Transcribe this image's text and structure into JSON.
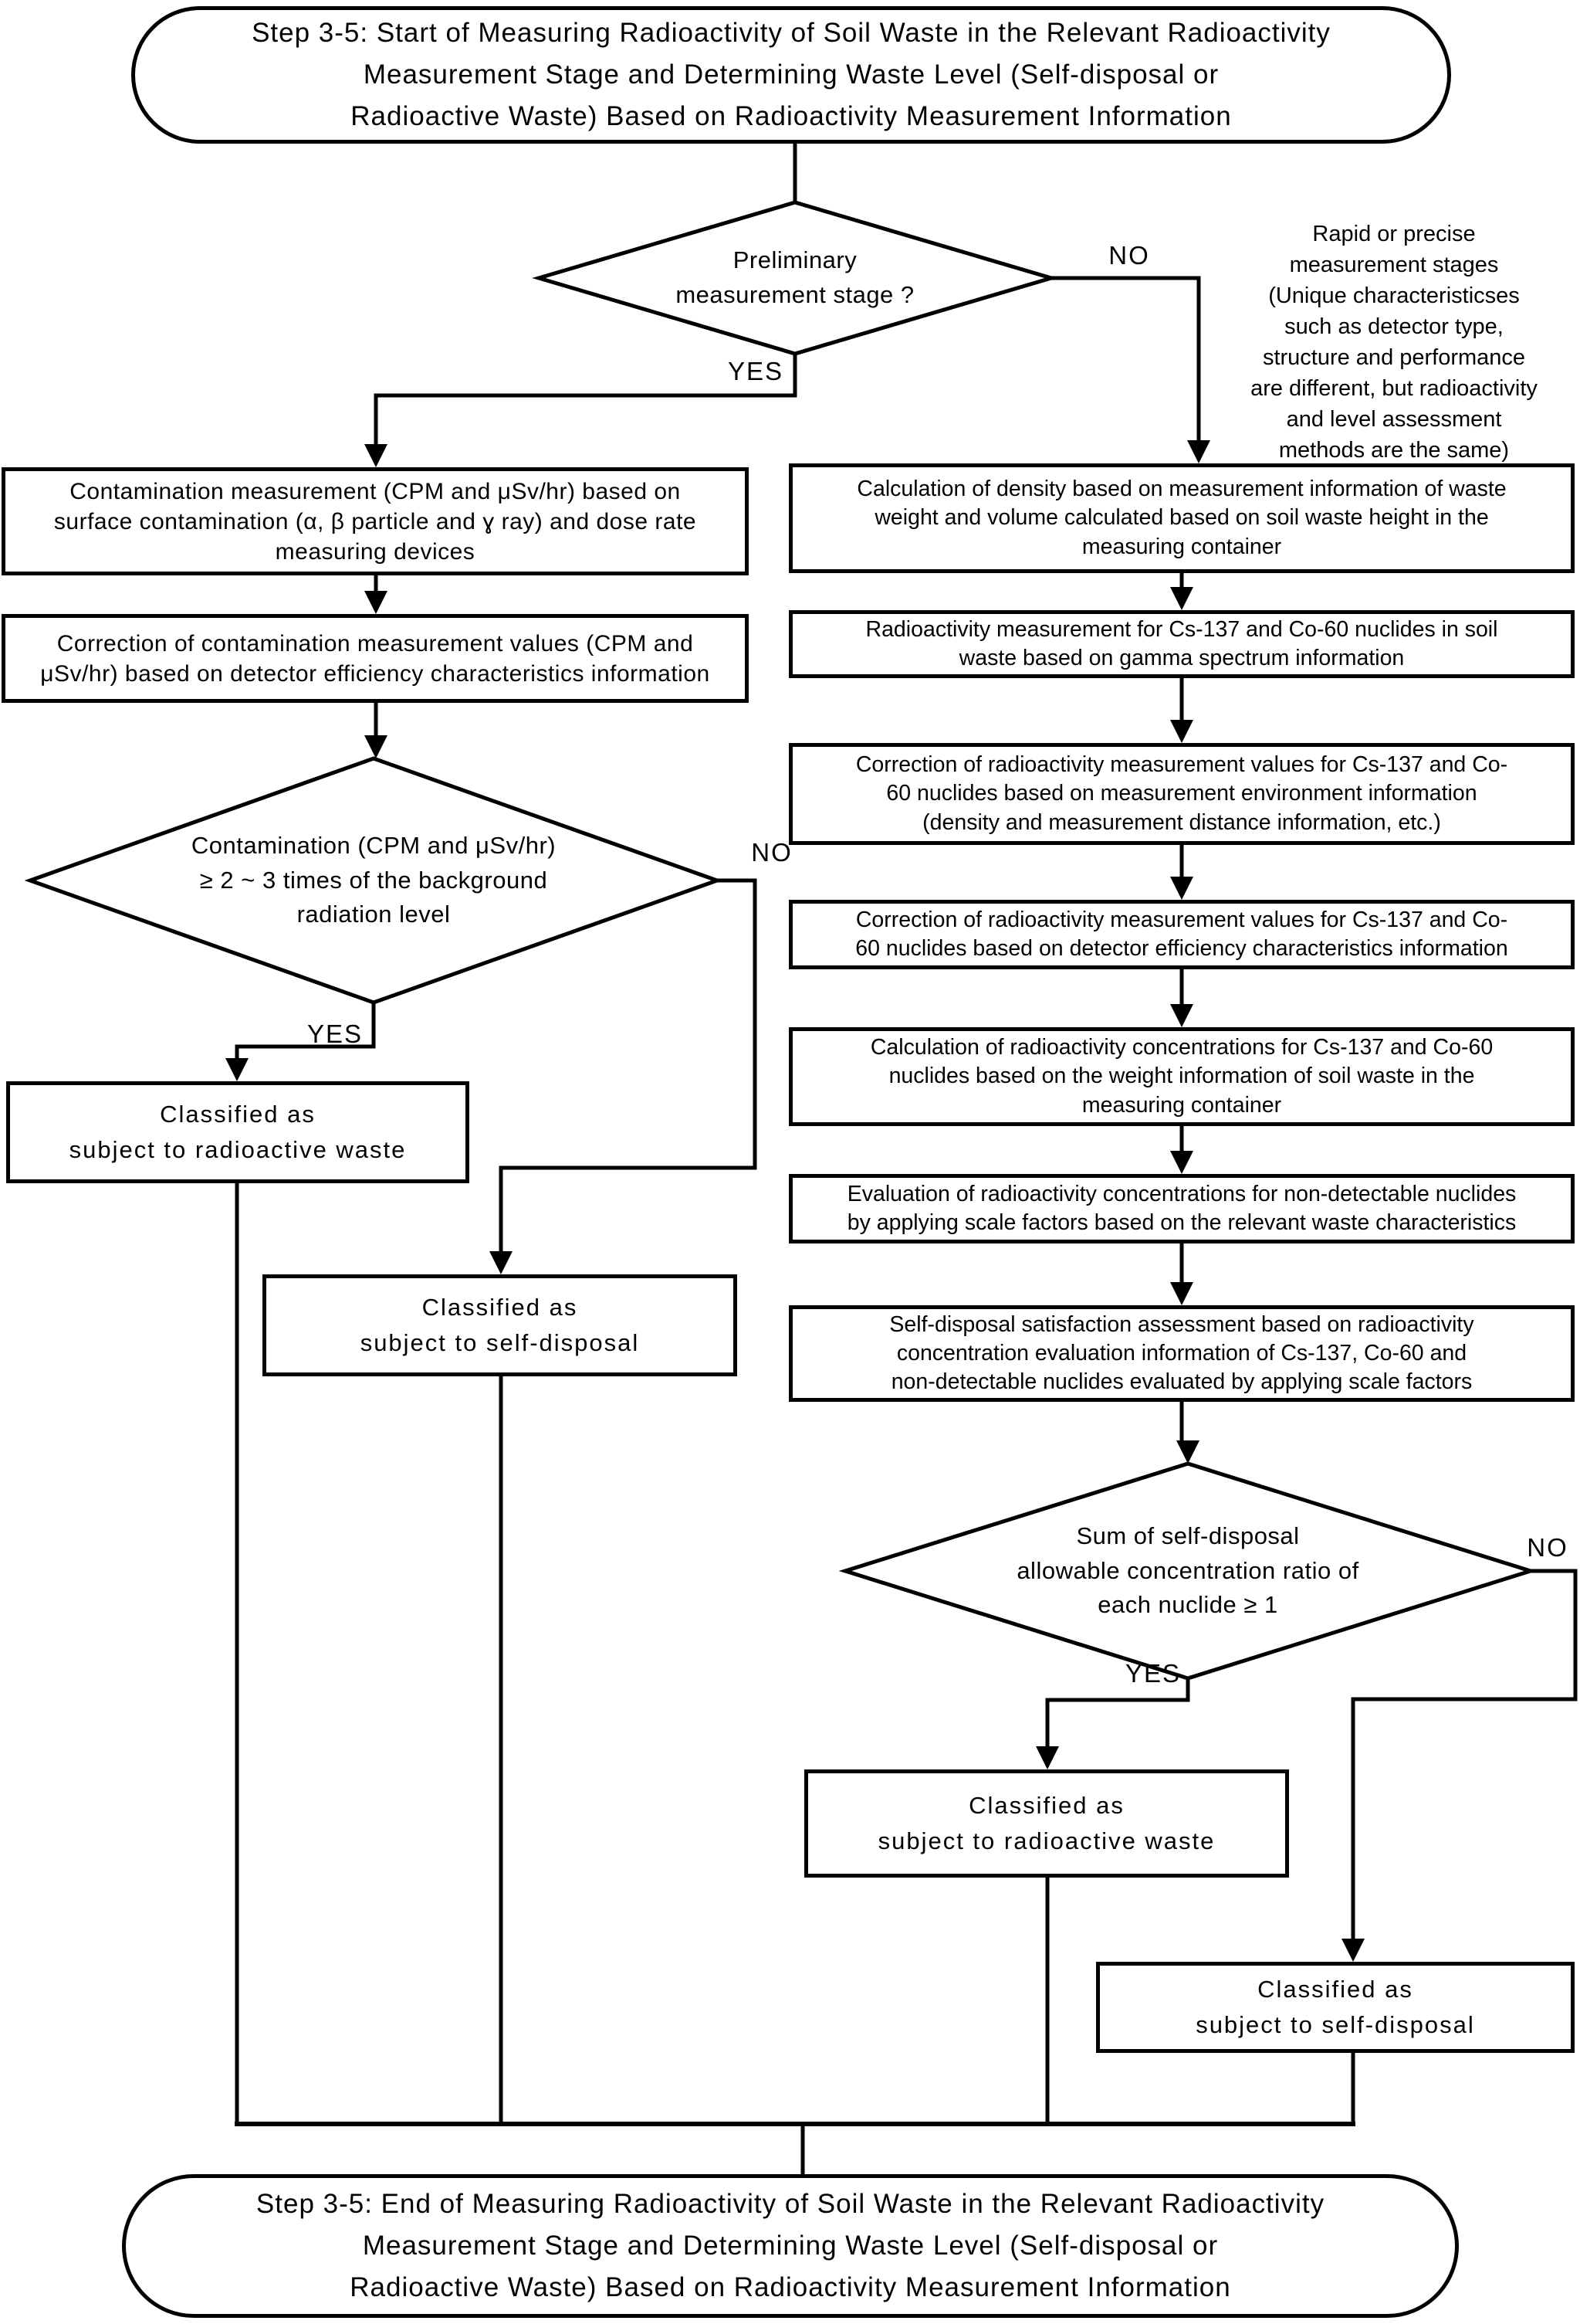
{
  "page": {
    "background": "#ffffff",
    "line_color": "#000000"
  },
  "labels": {
    "yes": "YES",
    "no": "NO"
  },
  "terminals": {
    "start": "Step 3-5: Start of Measuring Radioactivity of Soil Waste in the Relevant Radioactivity\nMeasurement Stage and Determining Waste Level (Self-disposal or\nRadioactive Waste) Based on Radioactivity Measurement Information",
    "end": "Step 3-5: End of Measuring Radioactivity of Soil Waste in the Relevant Radioactivity\nMeasurement Stage and Determining Waste Level (Self-disposal or\nRadioactive Waste) Based on Radioactivity Measurement Information"
  },
  "decisions": {
    "preliminary": "Preliminary\nmeasurement stage ?",
    "contamination": "Contamination (CPM and μSv/hr)\n≥ 2 ~ 3 times of the background\nradiation level",
    "sum_ratio": "Sum of self-disposal\nallowable concentration ratio of\neach nuclide ≥ 1"
  },
  "annotation": "Rapid or precise\nmeasurement stages\n(Unique characteristicses\nsuch as detector type,\nstructure and performance\nare different, but radioactivity\nand level assessment\nmethods are the same)",
  "left_branch": {
    "box1": "Contamination measurement (CPM and μSv/hr) based on\nsurface contamination (α, β particle and ɣ ray) and dose rate\nmeasuring devices",
    "box2": "Correction of contamination measurement values (CPM and\nμSv/hr) based on detector efficiency characteristics information",
    "classified_radioactive": "Classified as\nsubject to radioactive waste",
    "classified_selfdisposal": "Classified as\nsubject to self-disposal"
  },
  "right_branch": {
    "box1": "Calculation of density based on measurement information of waste\nweight and volume calculated based on soil waste height in the\nmeasuring container",
    "box2": "Radioactivity measurement for Cs-137 and Co-60 nuclides in soil\nwaste based on gamma spectrum information",
    "box3": "Correction of radioactivity measurement values for Cs-137 and Co-\n60 nuclides based on measurement environment information\n(density and measurement distance information, etc.)",
    "box4": "Correction of radioactivity measurement values for Cs-137 and Co-\n60 nuclides based on detector efficiency characteristics information",
    "box5": "Calculation of radioactivity concentrations for Cs-137 and Co-60\nnuclides based on the weight information of soil waste in the\nmeasuring container",
    "box6": "Evaluation of radioactivity concentrations for non-detectable nuclides\nby applying scale factors based on the relevant waste characteristics",
    "box7": "Self-disposal satisfaction assessment based on radioactivity\nconcentration evaluation information of Cs-137, Co-60  and\nnon-detectable nuclides evaluated by applying scale factors",
    "classified_radioactive": "Classified as\nsubject to radioactive waste",
    "classified_selfdisposal": "Classified as\nsubject to self-disposal"
  }
}
